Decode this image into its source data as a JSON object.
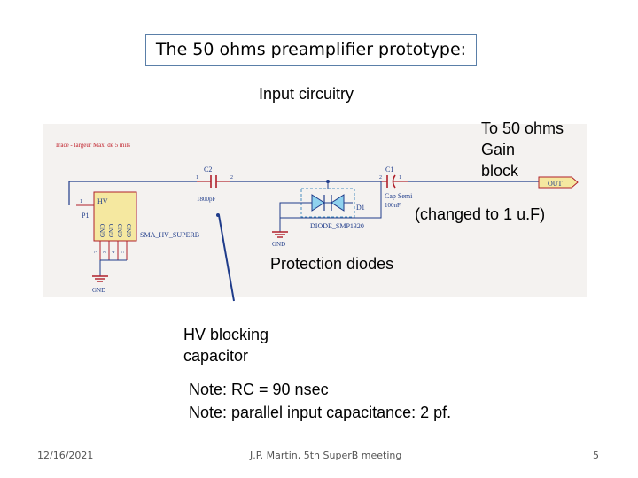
{
  "slide": {
    "title": "The 50 ohms preamplifier prototype:",
    "input_circuitry": "Input circuitry",
    "to_gain_block": [
      "To 50 ohms",
      "Gain",
      "block"
    ],
    "changed_note": "(changed to 1 u.F)",
    "protection_diodes": "Protection diodes",
    "hv_blocking": [
      "HV blocking",
      "capacitor"
    ],
    "note_rc": "Note: RC = 90 nsec",
    "note_capacitance": "Note: parallel input capacitance: 2 pf."
  },
  "schematic": {
    "trace_note": "Trace - largeur Max. de 5 mils",
    "c2_ref": "C2",
    "c2_value": "1800pF",
    "c2_pin1": "1",
    "c2_pin2": "2",
    "c1_ref": "C1",
    "c1_type": "Cap Semi",
    "c1_value": "100nF",
    "c1_pin1": "2",
    "c1_pin2": "1",
    "d1_ref": "D1",
    "diode_part": "DIODE_SMP1320",
    "out_port": "OUT",
    "connector_ref": "P1",
    "connector_hv": "HV",
    "connector_gnd": [
      "GND",
      "GND",
      "GND",
      "GND"
    ],
    "connector_part": "SMA_HV_SUPERB",
    "connector_pin1": "1",
    "connector_pins": [
      "2",
      "3",
      "4",
      "5"
    ],
    "gnd_label_1": "GND",
    "gnd_label_2": "GND"
  },
  "footer": {
    "date": "12/16/2021",
    "author": "J.P. Martin, 5th SuperB meeting",
    "page": "5"
  },
  "colors": {
    "schematic_bg": "#f4f2f0",
    "wire": "#1f3c8a",
    "component": "#b0202a",
    "part_fill": "#f5e8a0",
    "diode_fill": "#8fd2ee",
    "title_border": "#5a7fa8"
  }
}
